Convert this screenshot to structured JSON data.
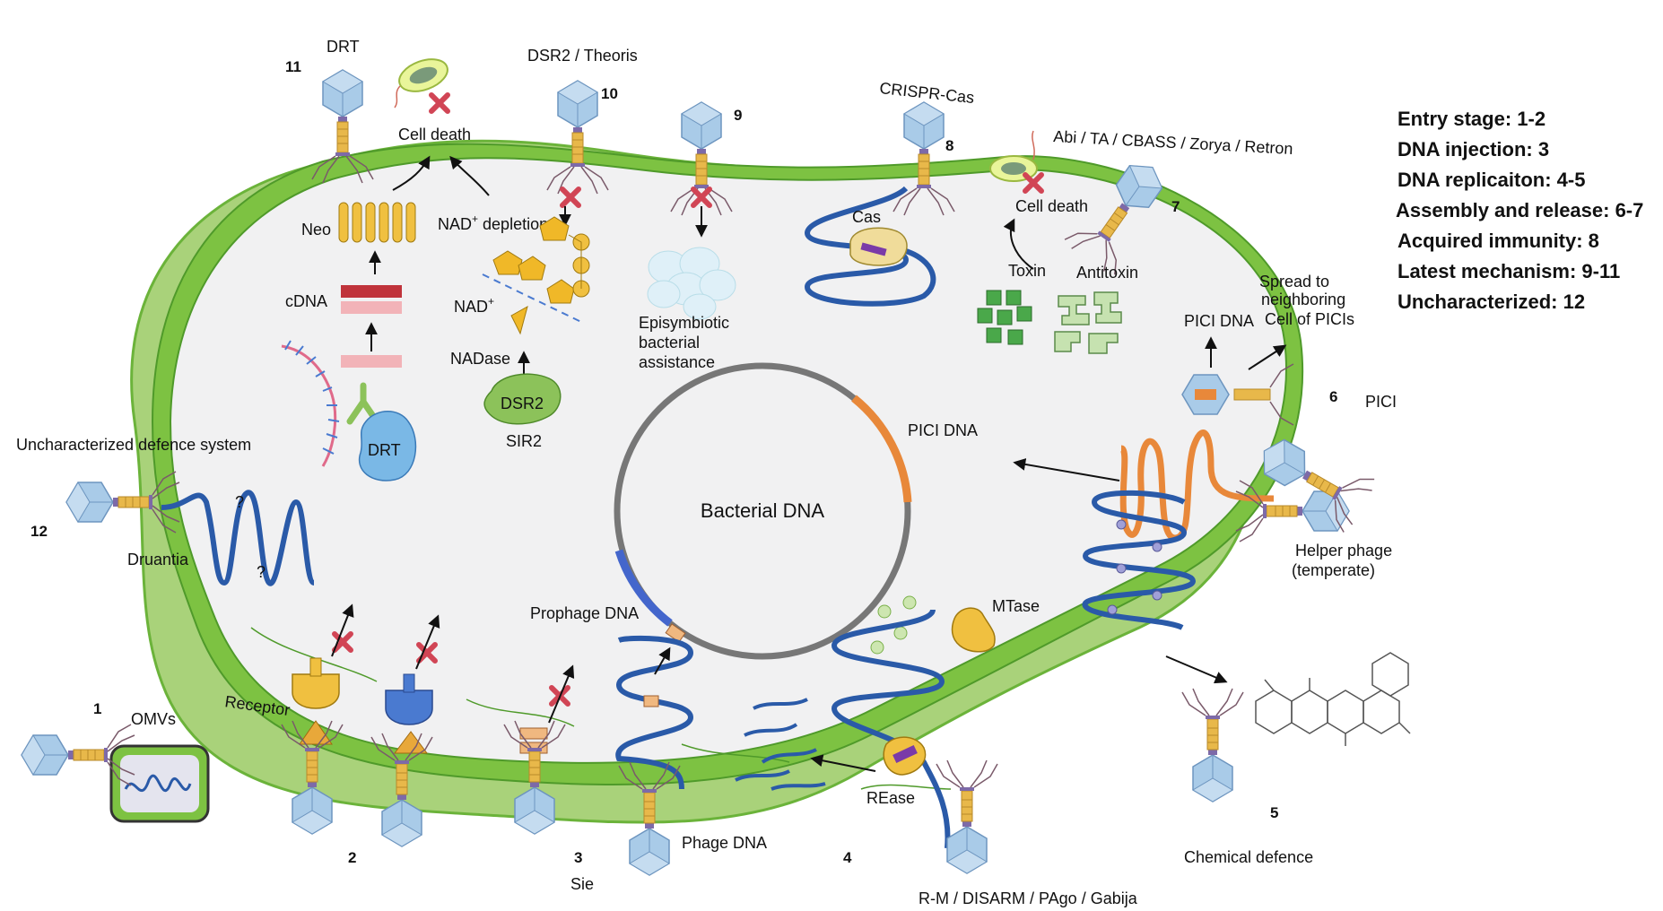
{
  "labels": {
    "drt_top": "DRT",
    "dsr2_theoris": "DSR2 / Theoris",
    "cell_death_left": "Cell death",
    "neo": "Neo",
    "nad_depletion": "NAD",
    "nad_depletion_suffix": " depletion",
    "nad_sup": "+",
    "nad_plus": "NAD",
    "nadase": "NADase",
    "cdna": "cDNA",
    "dsr2": "DSR2",
    "sir2": "SIR2",
    "drt_enzyme": "DRT",
    "episymbiotic": [
      "Episymbiotic",
      "bacterial",
      "assistance"
    ],
    "crispr": "CRISPR-Cas",
    "cas": "Cas",
    "abi": "Abi / TA / CBASS / Zorya / Retron",
    "cell_death_right": "Cell death",
    "toxin": "Toxin",
    "antitoxin": "Antitoxin",
    "spread": [
      "Spread to",
      "neighboring",
      "Cell of PICIs"
    ],
    "pici_dna_top": "PICI DNA",
    "pici": "PICI",
    "pici_dna_circle": "PICI DNA",
    "bacterial_dna": "Bacterial DNA",
    "helper_phage": [
      "Helper phage",
      "(temperate)"
    ],
    "mtase": "MTase",
    "prophage_dna": "Prophage DNA",
    "uncharacterized": "Uncharacterized defence system",
    "druantia": "Druantia",
    "omvs": "OMVs",
    "receptor": "Receptor",
    "sie": "Sie",
    "phage_dna": "Phage DNA",
    "rease": "REase",
    "rm": "R-M / DISARM / PAgo / Gabija",
    "chemical": "Chemical defence"
  },
  "numbers": {
    "n1": "1",
    "n2": "2",
    "n3": "3",
    "n4": "4",
    "n5": "5",
    "n6": "6",
    "n7": "7",
    "n8": "8",
    "n9": "9",
    "n10": "10",
    "n11": "11",
    "n12": "12"
  },
  "legend": [
    "Entry stage: 1-2",
    "DNA injection: 3",
    "DNA replicaiton: 4-5",
    "Assembly and release: 6-7",
    "Acquired immunity: 8",
    "Latest mechanism: 9-11",
    "Uncharacterized: 12"
  ],
  "colors": {
    "membrane": "#7dc242",
    "membrane_dark": "#4f9a2a",
    "periplasm": "#a9d27a",
    "cytoplasm": "#f1f1f2",
    "phage_head": "#a9cbe8",
    "phage_tail": "#e8b84a",
    "dna_blue": "#2a5aa8",
    "pici_orange": "#e8883a",
    "block_red": "#c0333b",
    "block_pink": "#f2b3b8",
    "cross_red": "#d14555"
  }
}
